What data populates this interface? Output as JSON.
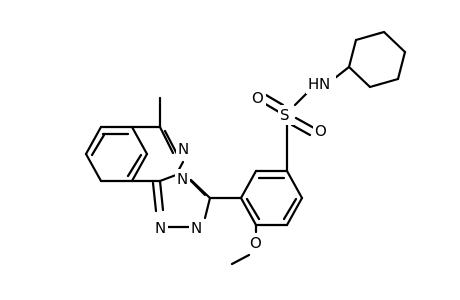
{
  "molecule": {
    "atom_labels": {
      "n_methyl_ring": "N",
      "n_bridge": "N",
      "n_triazole_left": "N",
      "n_triazole_right": "N",
      "sulfur": "S",
      "oxygen_left": "O",
      "oxygen_right": "O",
      "amide_n": "N",
      "amide_h": "H",
      "methoxy_o": "O"
    },
    "colors": {
      "bond": "#000000",
      "text": "#000000",
      "background": "#ffffff"
    }
  }
}
